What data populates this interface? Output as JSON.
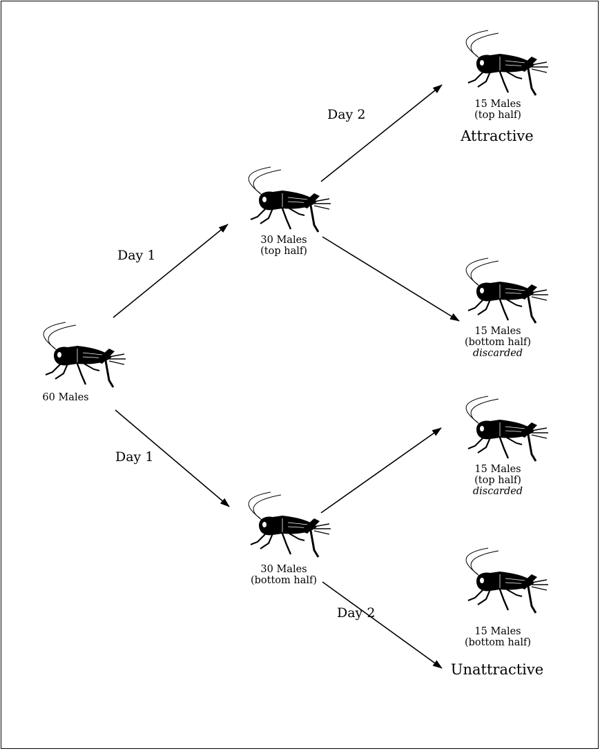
{
  "nodes": {
    "start": {
      "count": "60 Males"
    },
    "top_mid": {
      "count": "30 Males",
      "half": "(top half)"
    },
    "bottom_mid": {
      "count": "30 Males",
      "half": "(bottom half)"
    },
    "attractive": {
      "count": "15 Males",
      "half": "(top half)",
      "outcome": "Attractive"
    },
    "top_discard": {
      "count": "15 Males",
      "half": "(bottom half)",
      "note": "discarded"
    },
    "bottom_discard": {
      "count": "15 Males",
      "half": "(top half)",
      "note": "discarded"
    },
    "unattractive": {
      "count": "15 Males",
      "half": "(bottom half)",
      "outcome": "Unattractive"
    }
  },
  "edges": {
    "start_to_top": "Day 1",
    "start_to_bottom": "Day 1",
    "top_to_attractive": "Day 2",
    "bottom_to_unattractive": "Day 2"
  },
  "colors": {
    "line": "#000000",
    "cricket": "#000000",
    "background": "#ffffff"
  },
  "icons": [
    "cricket-icon",
    "arrow-icon"
  ]
}
